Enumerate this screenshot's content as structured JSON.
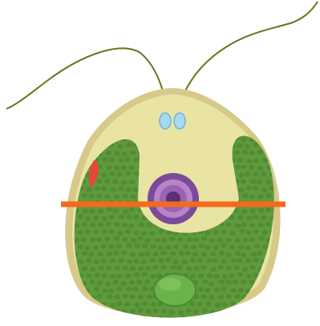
{
  "diagram": {
    "subject": "chlamydomonas-cell",
    "colors": {
      "background": "#ffffff",
      "cell_wall": "#d6c98a",
      "cytoplasm": "#e9e4a4",
      "chloroplast": "#5f9a3c",
      "chloroplast_dots": "#4c8530",
      "flagella": "#5d7a1c",
      "contractile_vacuoles": "#a9d9ef",
      "nucleus_outer": "#7b4a9b",
      "nucleus_inner": "#b884c8",
      "nucleolus": "#5a2f78",
      "pyrenoid": "#6ab34a",
      "eyespot": "#e5483a",
      "cut_line": "#f26a1b"
    },
    "parts": [
      {
        "name": "flagella"
      },
      {
        "name": "contractile-vacuoles",
        "count": 2
      },
      {
        "name": "eyespot"
      },
      {
        "name": "nucleus"
      },
      {
        "name": "cup-shaped-chloroplast"
      },
      {
        "name": "pyrenoid"
      },
      {
        "name": "cut-line"
      }
    ]
  }
}
